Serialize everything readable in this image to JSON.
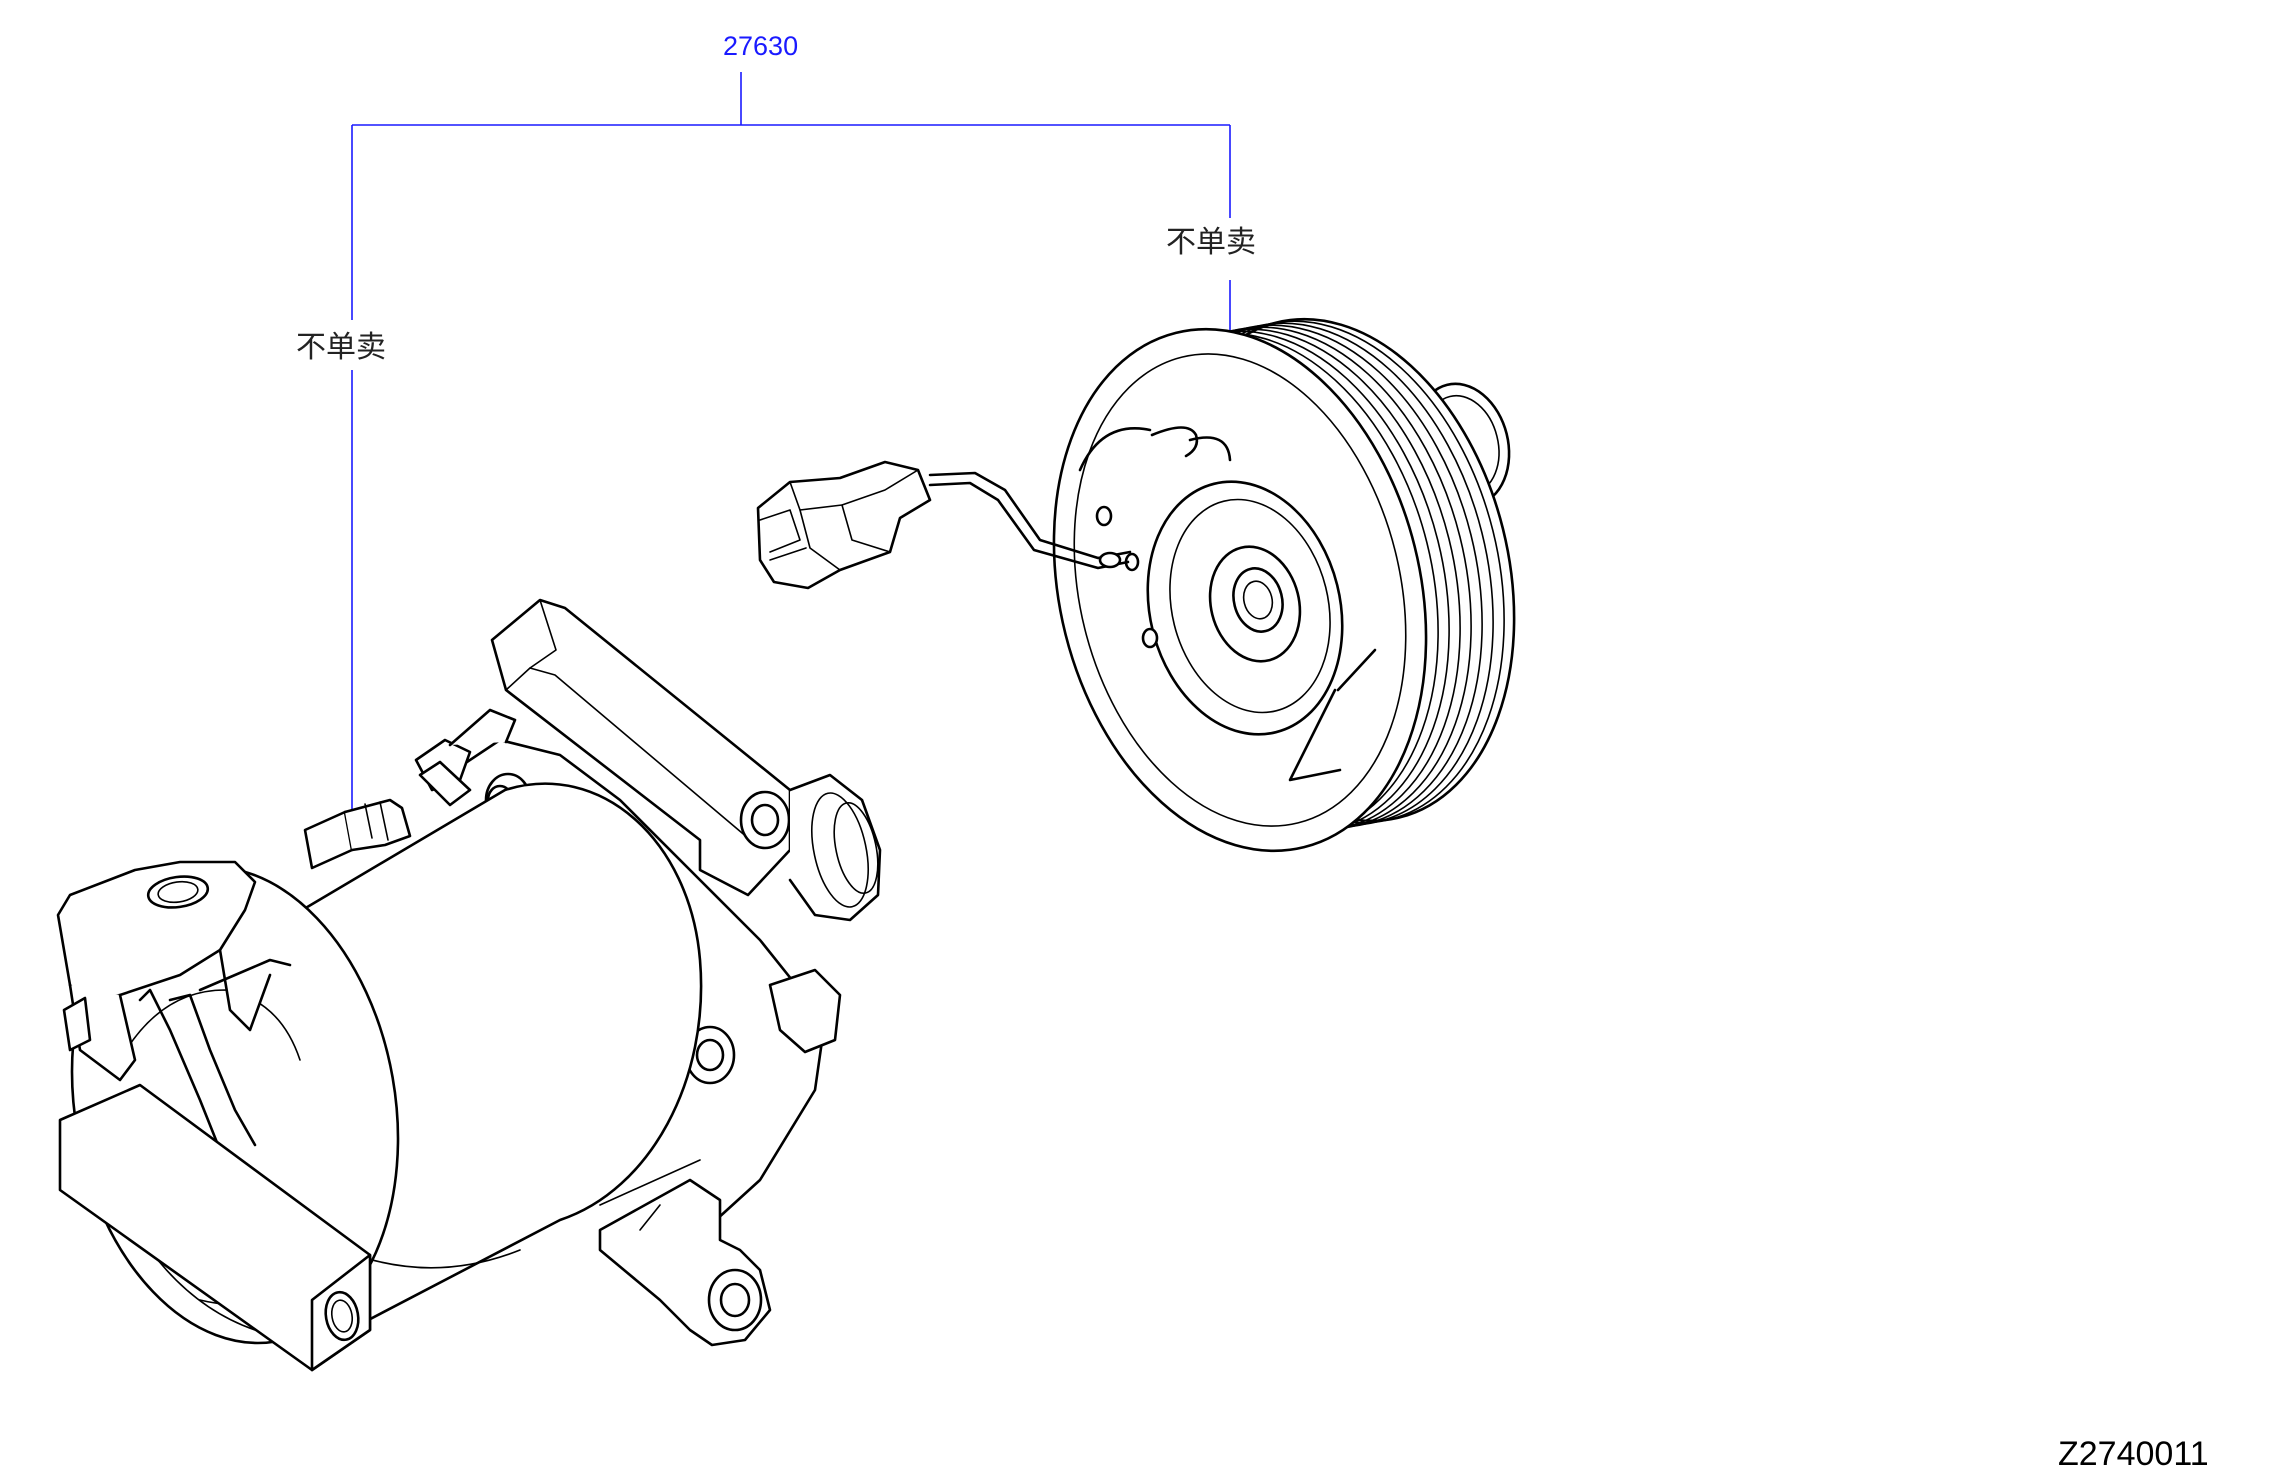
{
  "diagram": {
    "part_number": "27630",
    "callouts": [
      {
        "label": "不单卖"
      },
      {
        "label": "不单卖"
      }
    ],
    "figure_code": "Z2740011"
  },
  "colors": {
    "callout_blue": "#1a1aff",
    "line_black": "#000000",
    "background": "#ffffff"
  }
}
